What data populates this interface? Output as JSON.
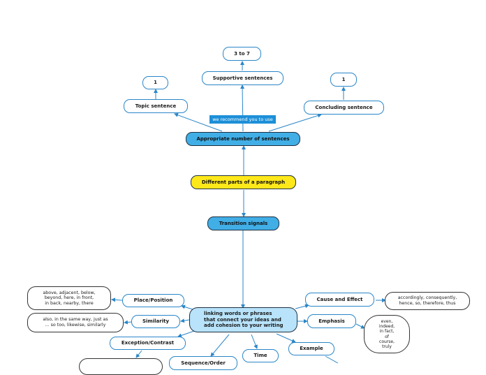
{
  "colors": {
    "edge": "#2a86c8",
    "blue_node": "#41aee6",
    "yellow_node": "#ffe81a",
    "center_node": "#b8e3fa"
  },
  "nodes": {
    "three_to_seven": "3 to 7",
    "supportive_sentences": "Supportive sentences",
    "topic_one": "1",
    "concluding_one": "1",
    "topic_sentence": "Topic sentence",
    "concluding_sentence": "Concluding sentence",
    "recommend": "we recommend you to use",
    "appropriate_number": "Appropriate number of sentences",
    "different_parts": "Different parts of a paragraph",
    "transition_signals": "Transition signals",
    "linking_line1": "linking words or phrases",
    "linking_line2": "that connect your ideas and",
    "linking_line3": "add cohesion to your writing",
    "place_position": "Place/Position",
    "similarity": "Similarity",
    "exception_contrast": "Exception/Contrast",
    "sequence_order": "Sequence/Order",
    "time": "Time",
    "example": "Example",
    "emphasis": "Emphasis",
    "cause_effect": "Cause and Effect",
    "place_examples_line1": "above, adjacent, below,",
    "place_examples_line2": "beyond, here, in front,",
    "place_examples_line3": "in back, nearby, there",
    "similarity_examples_line1": "also, in the same way, just as",
    "similarity_examples_line2": "... so too, likewise, similarly",
    "cause_examples_line1": "accordingly, consequently,",
    "cause_examples_line2": "hence, so, therefore, thus",
    "emphasis_examples_line1": "even,",
    "emphasis_examples_line2": "indeed,",
    "emphasis_examples_line3": "in fact,",
    "emphasis_examples_line4": "of",
    "emphasis_examples_line5": "course,",
    "emphasis_examples_line6": "truly"
  }
}
